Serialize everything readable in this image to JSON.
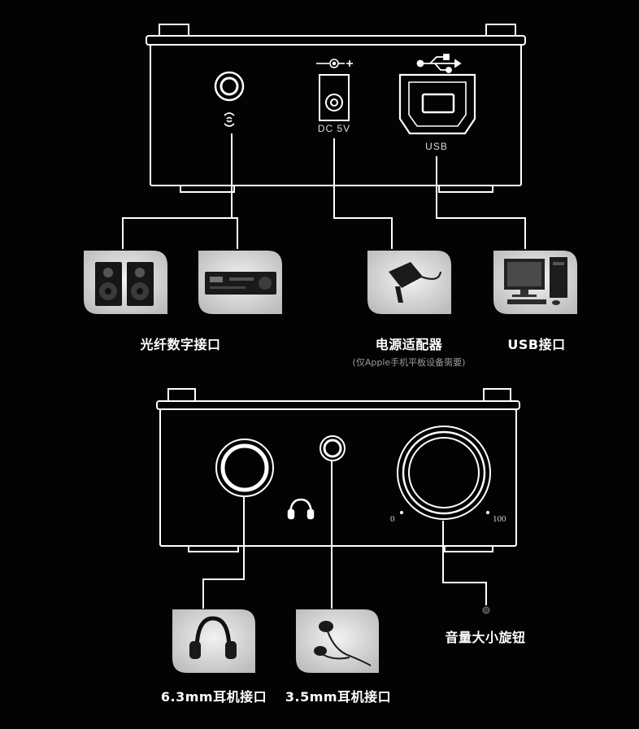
{
  "rear_panel": {
    "dc_label": "DC 5V",
    "usb_label": "USB"
  },
  "rear_devices": [
    {
      "label": "光纤数字接口",
      "sub": ""
    },
    {
      "label": "电源适配器",
      "sub": "(仅Apple手机平板设备需要)"
    },
    {
      "label": "USB接口",
      "sub": ""
    }
  ],
  "front_panel": {
    "scale_min": "0",
    "scale_max": "100"
  },
  "front_devices": [
    {
      "label": "6.3mm耳机接口"
    },
    {
      "label": "3.5mm耳机接口"
    },
    {
      "label": "音量大小旋钮"
    }
  ],
  "colors": {
    "background": "#030303",
    "line": "#ffffff",
    "leaf_fill": "#dcdcdc"
  }
}
